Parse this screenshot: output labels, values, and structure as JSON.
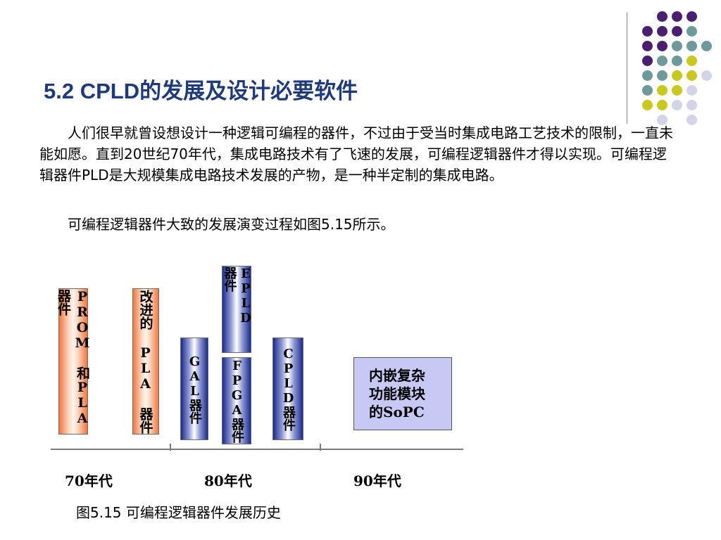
{
  "title": "5.2 CPLD的发展及设计必要软件",
  "paragraphs": [
    "　　人们很早就曾设想设计一种逻辑可编程的器件，不过由于受当时集成电路工艺技术的限制，一直未能如愿。直到20世纪70年代，集成电路技术有了飞速的发展，可编程逻辑器件才得以实现。可编程逻辑器件PLD是大规模集成电路技术发展的产物，是一种半定制的集成电路。",
    "　　可编程逻辑器件大致的发展演变过程如图5.15所示。"
  ],
  "diagram": {
    "boxes": {
      "prom_pla": "PROM 和PLA 器件",
      "improved_pla": "改进的 PLA 器件",
      "gal": "GAL器件",
      "epld": "EPLD 器件",
      "fpga": "FPGA器件",
      "cpld": "CPLD器件",
      "sopc": "内嵌复杂功能模块的SoPC"
    },
    "eras": [
      "70年代",
      "80年代",
      "90年代"
    ]
  },
  "caption": "图5.15 可编程逻辑器件发展历史",
  "colors": {
    "title": "#1f3a7a",
    "purple": "#4b1f6f",
    "teal": "#6f9a9a",
    "yellow": "#c8c81e",
    "lavender": "#d4d4e8",
    "orange": "#f07840",
    "navy": "#1c2b8c"
  }
}
